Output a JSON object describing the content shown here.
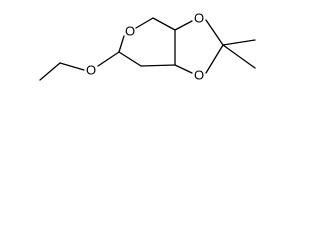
{
  "diagram": {
    "type": "skeletal-structure",
    "atom_labels": {
      "ring_oxygen": "O",
      "dioxolane_oxygen_top": "O",
      "dioxolane_oxygen_bottom": "O",
      "ethoxy_oxygen": "O"
    },
    "colors": {
      "bond": "#000000",
      "label": "#000000",
      "background": "#ffffff"
    }
  }
}
